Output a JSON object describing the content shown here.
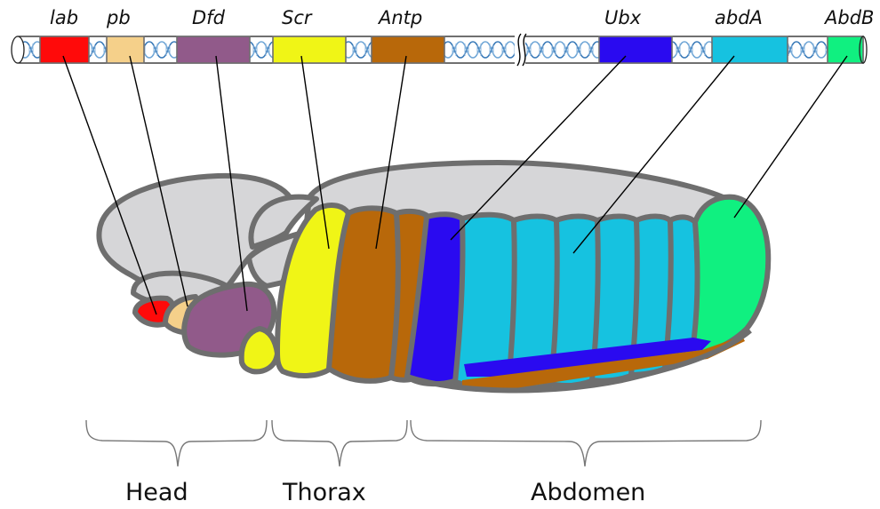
{
  "genes": [
    {
      "id": "lab",
      "label": "lab",
      "color": "#ff0a0a"
    },
    {
      "id": "pb",
      "label": "pb",
      "color": "#f5d08a"
    },
    {
      "id": "dfd",
      "label": "Dfd",
      "color": "#915a8a"
    },
    {
      "id": "scr",
      "label": "Scr",
      "color": "#f0f516"
    },
    {
      "id": "antp",
      "label": "Antp",
      "color": "#b8680a"
    },
    {
      "id": "ubx",
      "label": "Ubx",
      "color": "#2a0af0"
    },
    {
      "id": "abda",
      "label": "abdA",
      "color": "#16c2e0"
    },
    {
      "id": "abdb",
      "label": "AbdB",
      "color": "#10f080"
    }
  ],
  "regions": {
    "head": "Head",
    "thorax": "Thorax",
    "abdomen": "Abdomen"
  },
  "colors": {
    "body_fill": "#d6d6d8",
    "outline": "#6e6e6e",
    "dna_strand": "#3a7ab8",
    "dna_tube": "#ffffff"
  }
}
